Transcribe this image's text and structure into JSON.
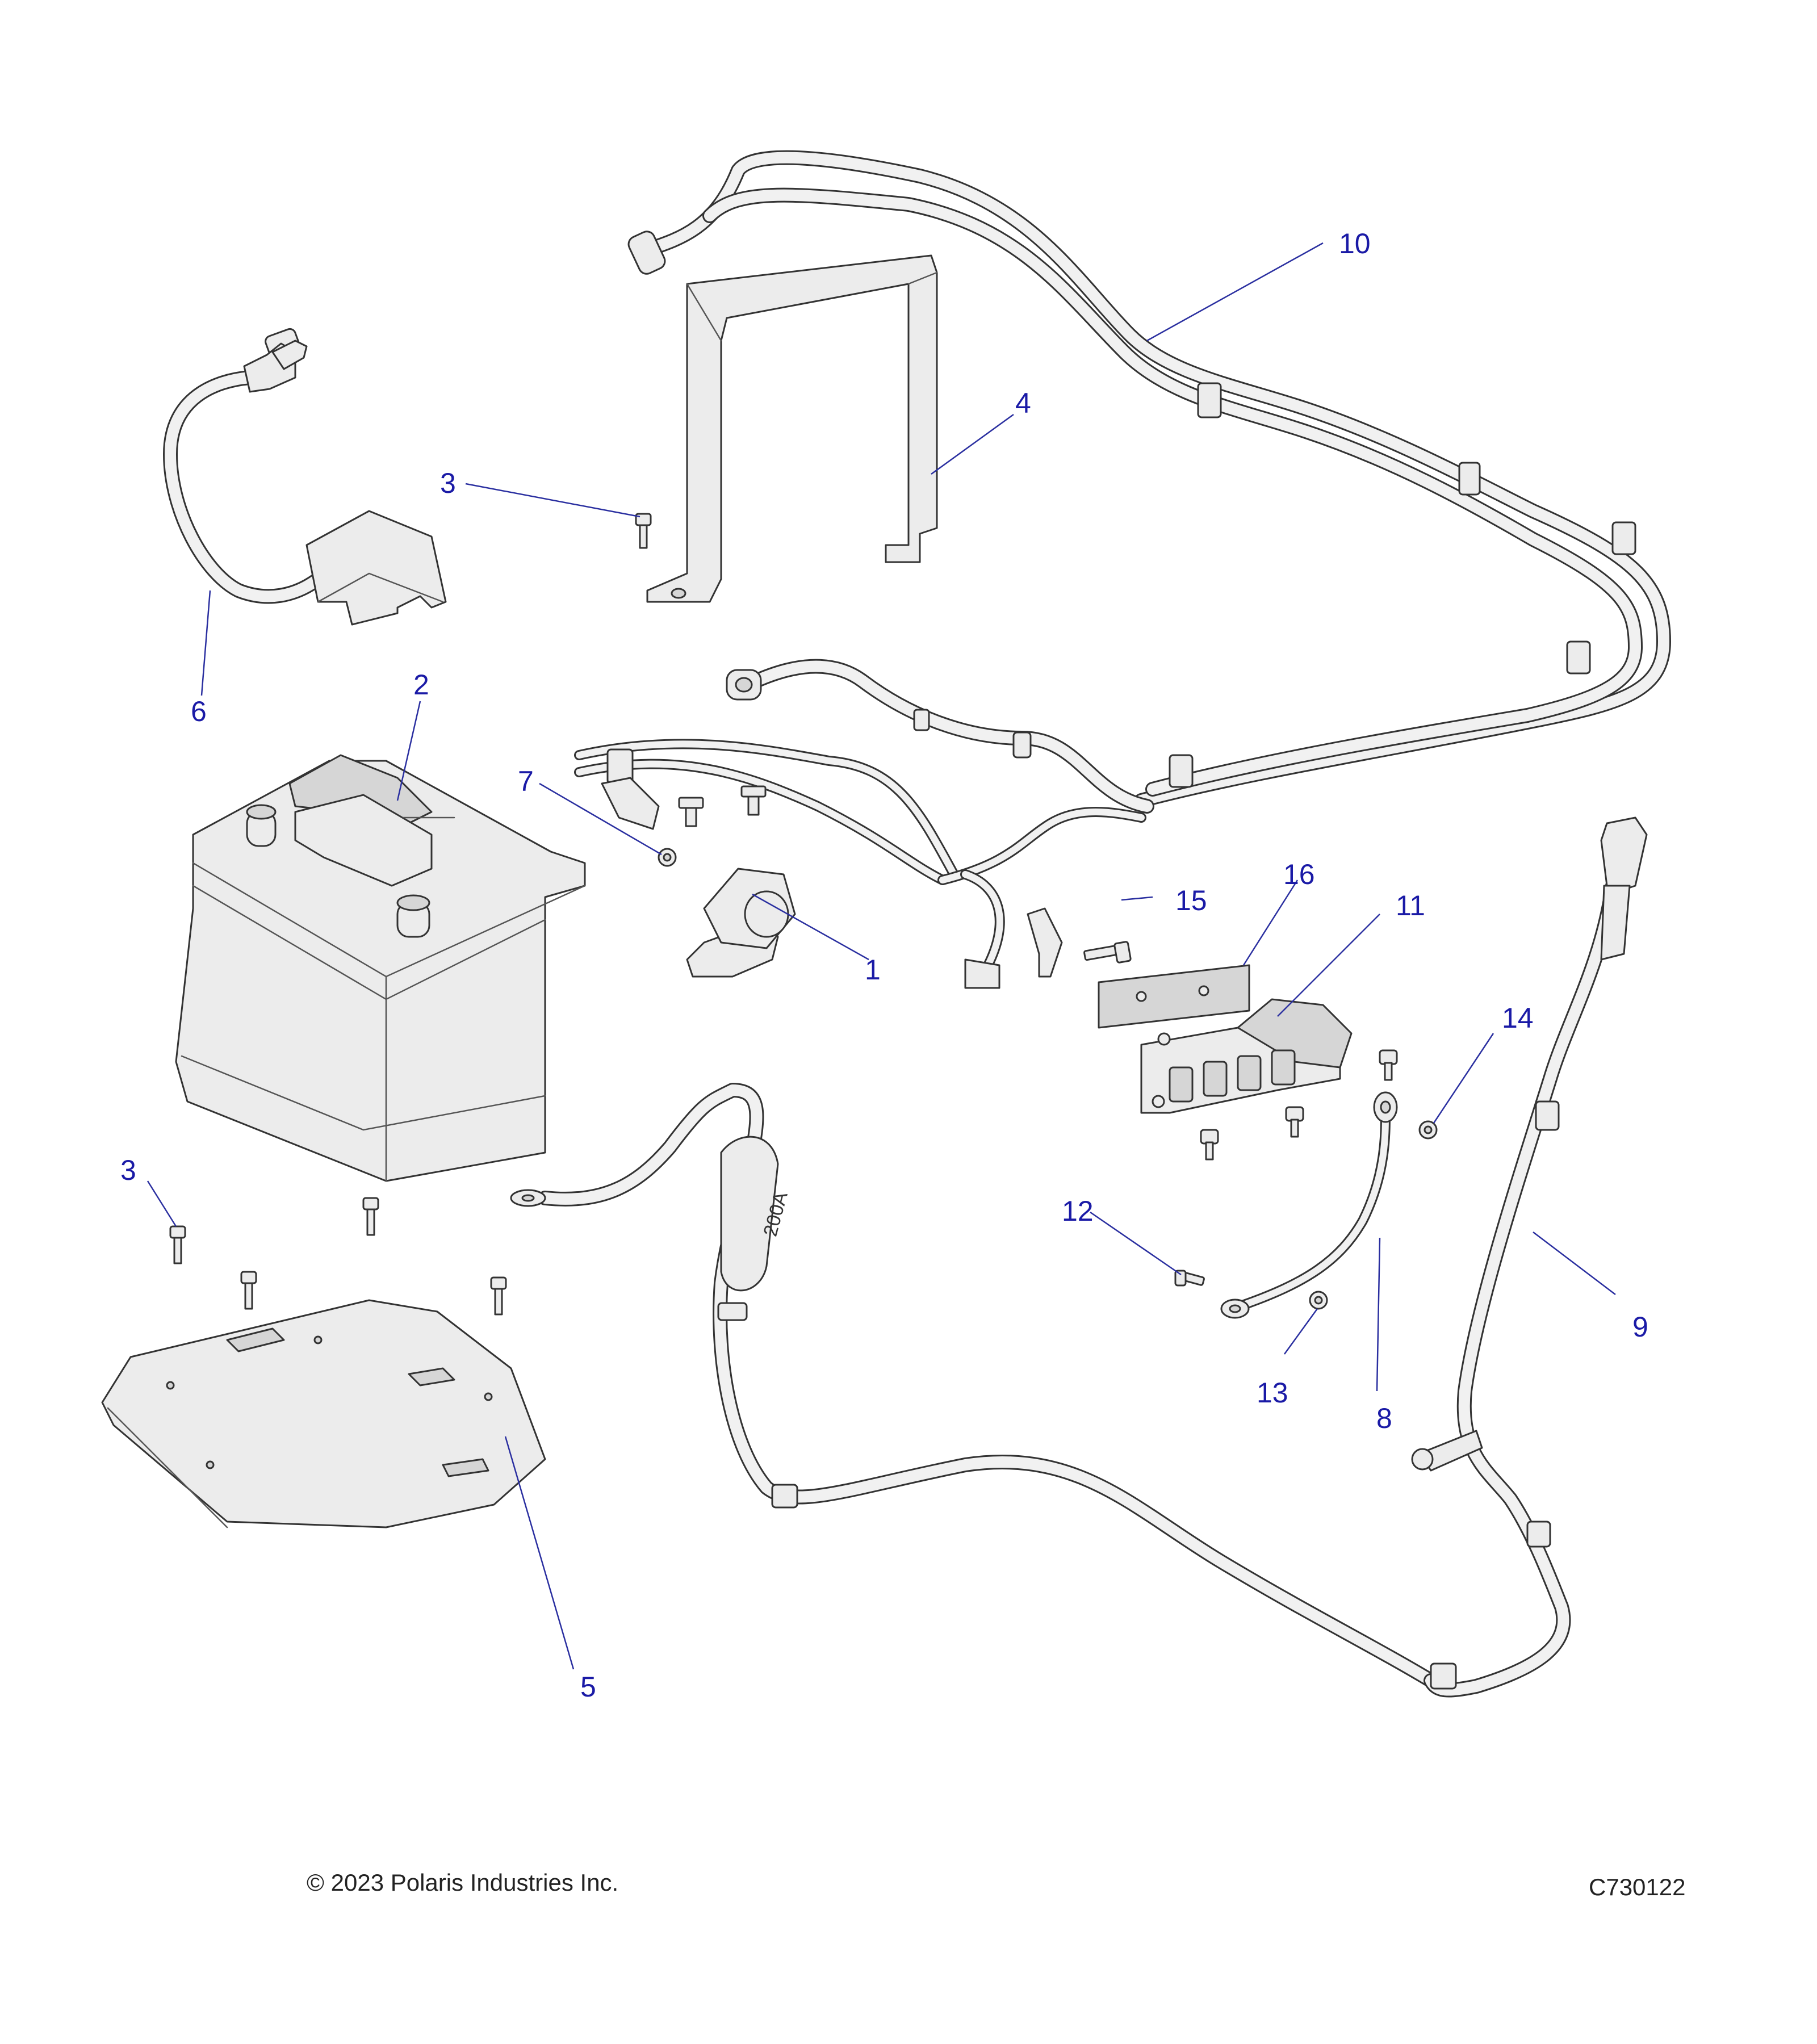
{
  "callouts": [
    "1",
    "2",
    "3",
    "4",
    "5",
    "6",
    "7",
    "8",
    "9",
    "10",
    "11",
    "12",
    "13",
    "14",
    "15",
    "16"
  ],
  "fuse_label": "200A",
  "copyright": "© 2023 Polaris Industries Inc.",
  "figure_code": "C730122",
  "colors": {
    "callout": "#1a1aa6",
    "leader": "#2a2fa0",
    "line": "#333333",
    "fill": "#ececec"
  }
}
